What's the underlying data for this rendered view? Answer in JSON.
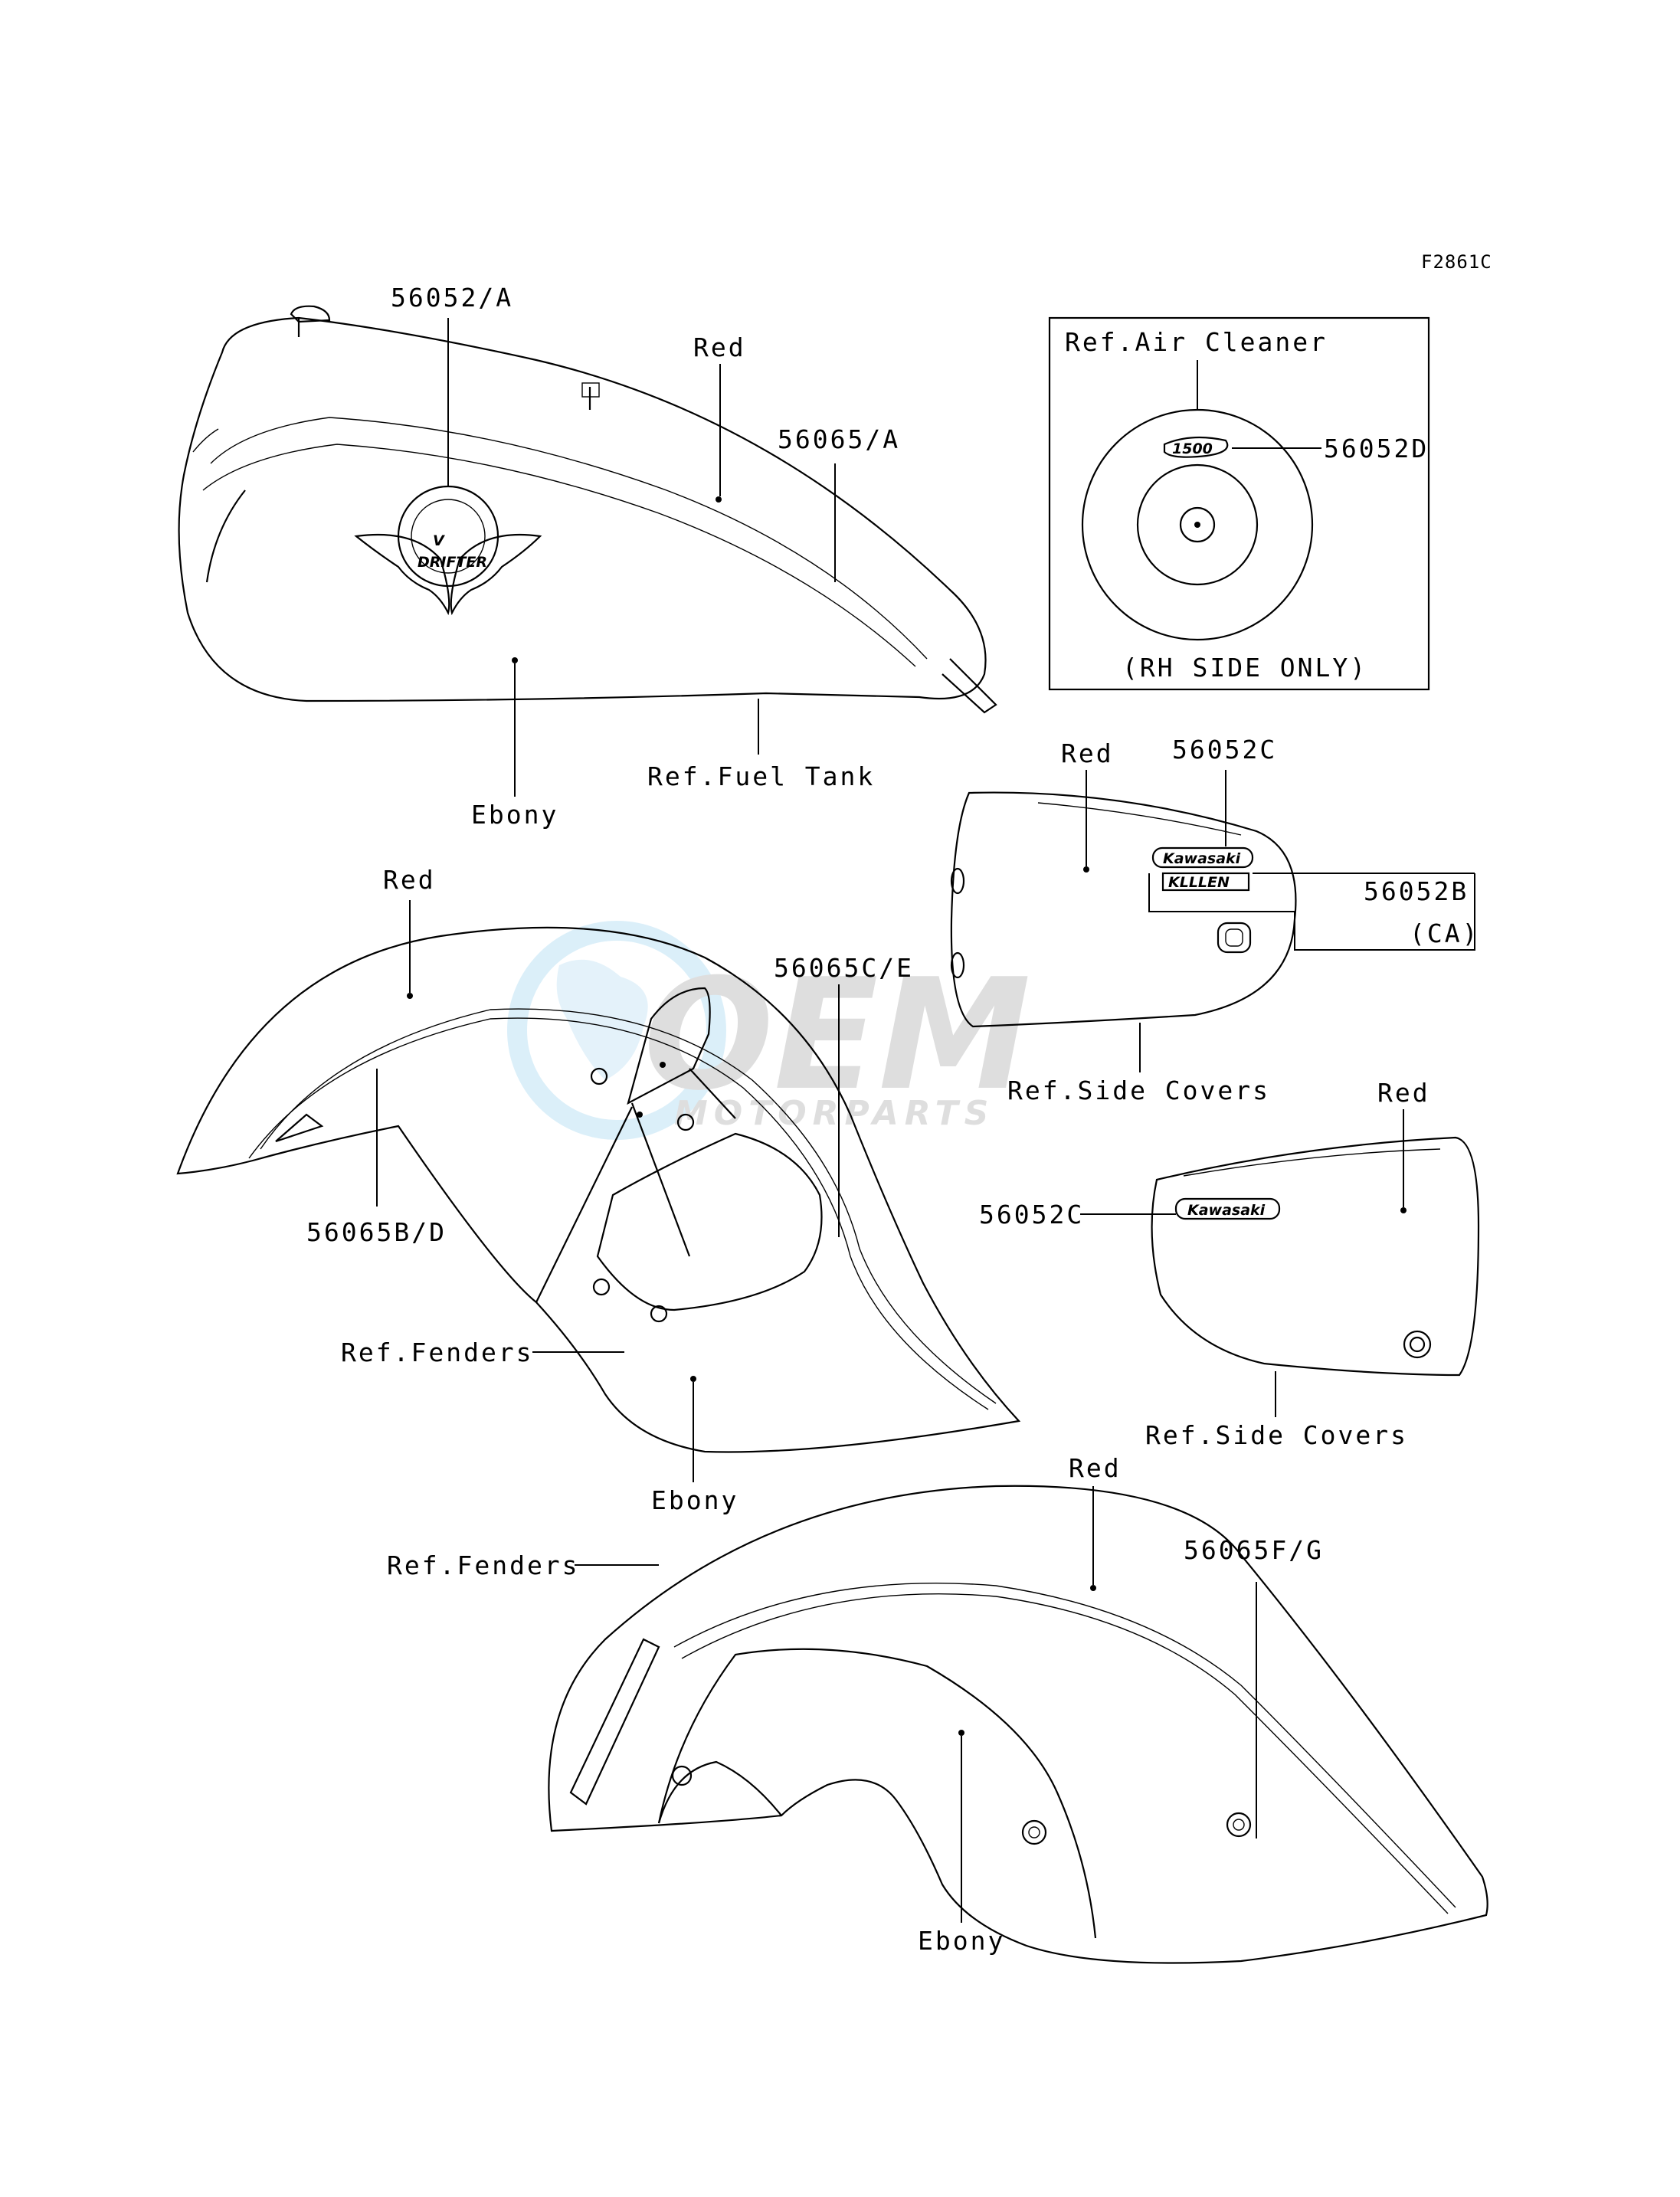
{
  "figure_code": "F2861C",
  "labels": {
    "tank_part_no": "56052/A",
    "tank_red": "Red",
    "tank_stripe_no": "56065/A",
    "tank_ebony": "Ebony",
    "tank_ref": "Ref.Fuel Tank",
    "air_ref": "Ref.Air Cleaner",
    "air_part_no": "56052D",
    "air_note": "(RH SIDE ONLY)",
    "sc_right_red": "Red",
    "sc_right_no_c": "56052C",
    "sc_right_no_b": "56052B",
    "sc_right_ca": "(CA)",
    "sc_right_ref": "Ref.Side Covers",
    "sc_left_red": "Red",
    "sc_left_no_c": "56052C",
    "sc_left_ref": "Ref.Side Covers",
    "ff_red": "Red",
    "ff_stripe_ce": "56065C/E",
    "ff_stripe_bd": "56065B/D",
    "ff_ref": "Ref.Fenders",
    "ff_ebony": "Ebony",
    "rf_ref": "Ref.Fenders",
    "rf_red": "Red",
    "rf_stripe_fg": "56065F/G",
    "rf_ebony": "Ebony"
  },
  "decals": {
    "brand": "Kawasaki",
    "model_badge": "1500",
    "sub_badge": "KLLLEN",
    "tank_badge": "DRIFTER",
    "tank_badge_letter": "V"
  },
  "watermark": {
    "main": "OEM",
    "sub": "MOTORPARTS"
  }
}
